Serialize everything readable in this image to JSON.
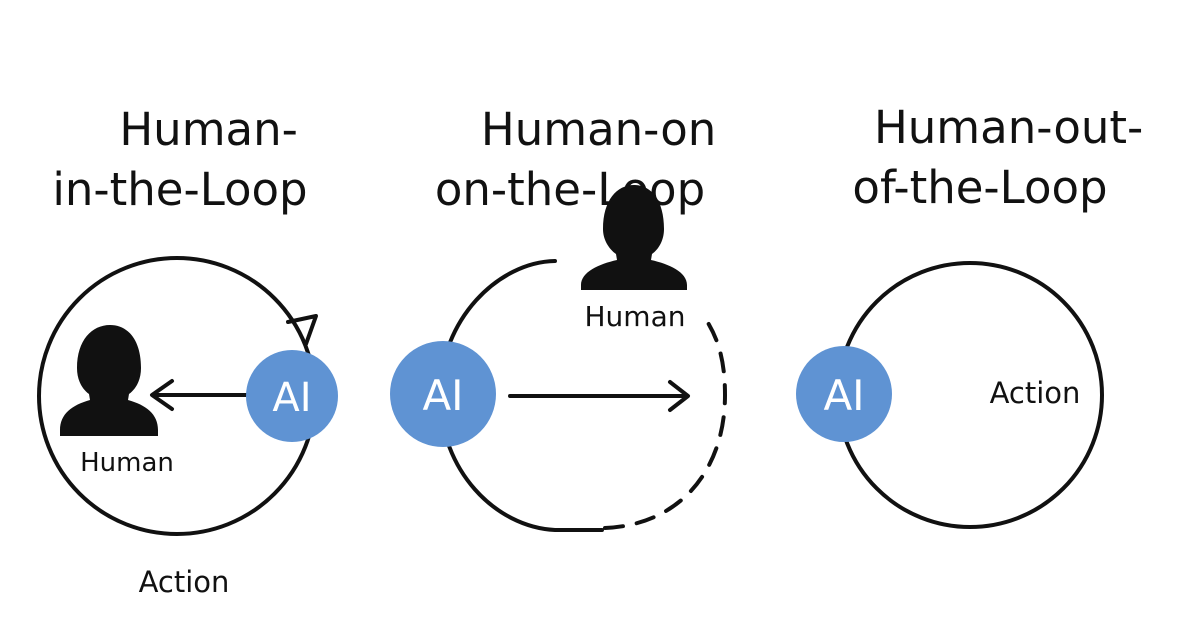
{
  "panels": [
    {
      "title_line1": "Human-",
      "title_line2": "in-the-Loop",
      "human_label": "Human",
      "ai_label": "AI",
      "action_label": "Action"
    },
    {
      "title_line1": "Human-on",
      "title_line2": "on-the-Loop",
      "human_label": "Human",
      "ai_label": "AI"
    },
    {
      "title_line1": "Human-out-",
      "title_line2": "of-the-Loop",
      "ai_label": "AI",
      "action_label": "Action"
    }
  ],
  "colors": {
    "ai_node": "#5f93d3",
    "ink": "#111111",
    "background": "#ffffff"
  },
  "icons": [
    "person-icon",
    "arrow-left-icon",
    "arrow-right-icon",
    "loop-arrowhead-icon"
  ]
}
